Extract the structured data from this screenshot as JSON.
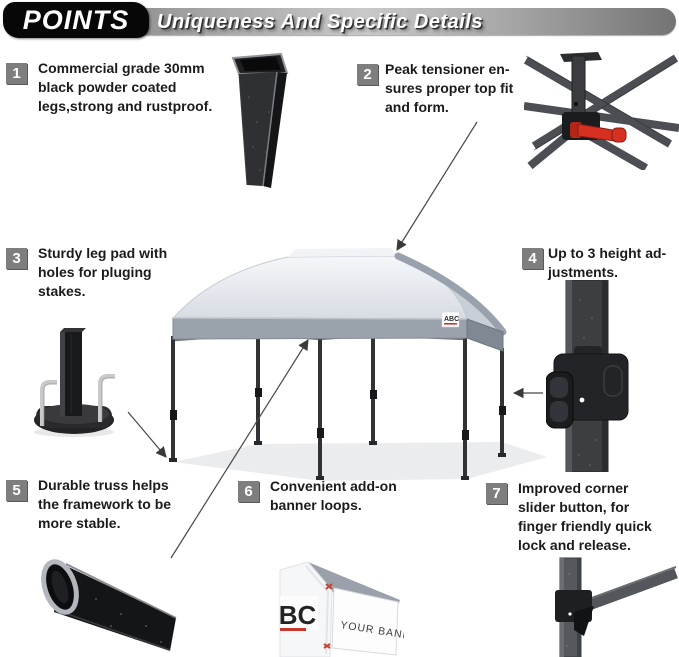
{
  "header": {
    "points_label": "POINTS",
    "title": "Uniqueness And Specific Details"
  },
  "features": [
    {
      "num": "1",
      "text": "Commercial grade 30mm\nblack powder coated\nlegs,strong and rustproof."
    },
    {
      "num": "2",
      "text": "Peak tensioner en-\nsures proper top fit\nand form."
    },
    {
      "num": "3",
      "text": "Sturdy leg pad with\nholes for pluging\nstakes."
    },
    {
      "num": "4",
      "text": "Up to 3 height ad-\njustments."
    },
    {
      "num": "5",
      "text": "Durable truss helps\nthe framework to be\nmore stable."
    },
    {
      "num": "6",
      "text": "Convenient add-on\nbanner loops."
    },
    {
      "num": "7",
      "text": "Improved corner\nslider button, for\nfinger friendly quick\nlock and release."
    }
  ],
  "tent": {
    "brand_label": "ABC"
  },
  "banner_graphic": {
    "text": "YOUR BANNER",
    "logo_partial": "ABC"
  },
  "colors": {
    "badge_gray": "#7e7e7e",
    "accent_red": "#d23222",
    "valance_gray": "#9aa2ac",
    "roof_light": "#eef0f4",
    "frame_dark": "#2e3033"
  }
}
